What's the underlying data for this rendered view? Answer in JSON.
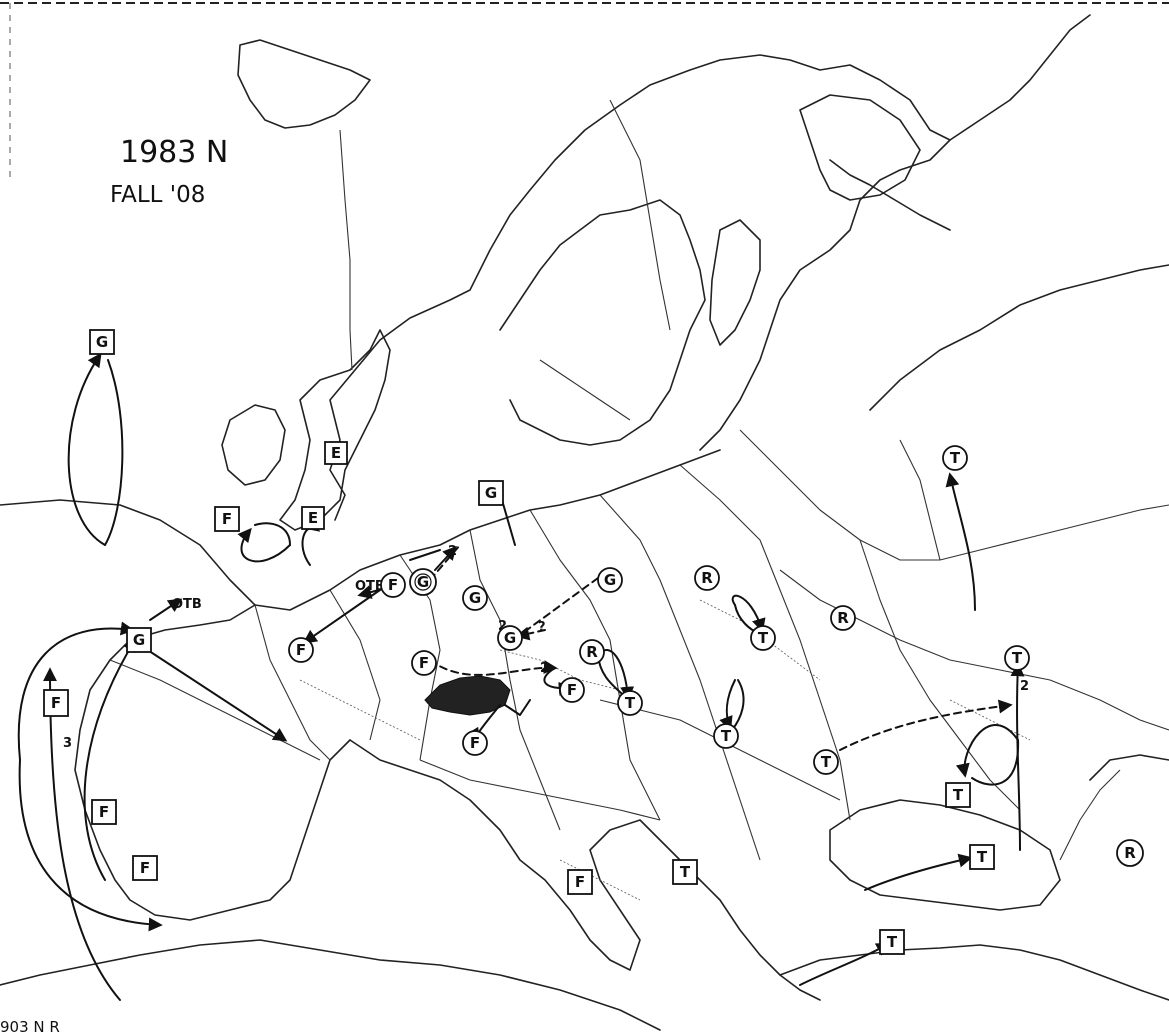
{
  "title": {
    "line1": "1983 N",
    "line2": "FALL '08"
  },
  "footer_fragment": "903 N R",
  "units": {
    "sq_g_atlantic": "G",
    "sq_e_north": "E",
    "sq_e_channel": "E",
    "sq_f_channel": "F",
    "sq_g_iberia": "G",
    "sq_f_iberia_w": "F",
    "sq_f_iberia_mid": "F",
    "sq_f_iberia_s": "F",
    "sq_g_north_ger": "G",
    "sq_f_italy": "F",
    "sq_t_adriatic": "T",
    "sq_t_turkey_w": "T",
    "sq_t_turkey_e": "T",
    "sq_t_aegean": "T",
    "ci_f_paris": "F",
    "ci_f_belgium": "F",
    "ci_g_ruhr": "G",
    "ci_g_munich": "G",
    "ci_g_berlin": "G",
    "ci_g_silesia": "G",
    "ci_r_warsaw": "R",
    "ci_r_moscow_w": "R",
    "ci_r_moscow_e": "R",
    "ci_r_caucasus": "R",
    "ci_f_switz": "F",
    "ci_f_vienna": "F",
    "ci_f_alps": "F",
    "ci_t_galicia": "T",
    "ci_t_ukraine_n": "T",
    "ci_t_ukraine_s": "T",
    "ci_t_romania": "T",
    "ci_t_crimea": "T",
    "ci_t_volga": "T"
  },
  "move_labels": {
    "otb_iberia": "OTB",
    "otb_belgium": "OTB",
    "n3": "3",
    "n2_munich": "2",
    "n2_silesia": "2",
    "n2_vienna": "2",
    "n2_volga": "2",
    "q_silesia": "?"
  }
}
